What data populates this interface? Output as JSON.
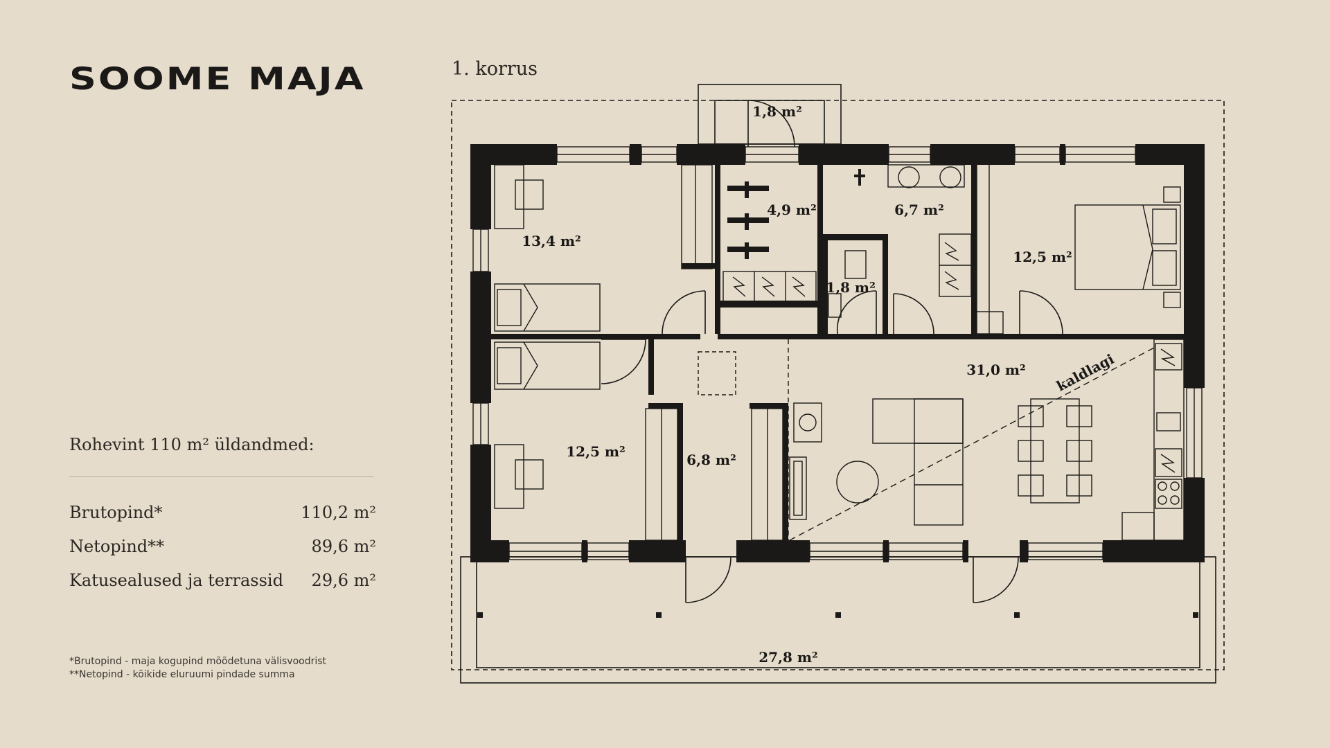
{
  "brand": {
    "logo_text": "SOOME MAJA"
  },
  "plan": {
    "floor_label": "1. korrus",
    "slope_label": "kaldlagi",
    "rooms": {
      "entry_porch": "1,8 m²",
      "bedroom_top_left": "13,4 m²",
      "wardrobe": "4,9 m²",
      "bathroom": "6,7 m²",
      "wc": "1,8 m²",
      "bedroom_top_right": "12,5 m²",
      "living_kitchen": "31,0 m²",
      "bedroom_bottom_left": "12,5 m²",
      "hall": "6,8 m²",
      "terrace": "27,8 m²"
    }
  },
  "summary": {
    "title": "Rohevint 110 m² üldandmed:",
    "rows": [
      {
        "label": "Brutopind*",
        "value": "110,2 m²"
      },
      {
        "label": "Netopind**",
        "value": "89,6 m²"
      },
      {
        "label": "Katusealused ja terrassid",
        "value": "29,6 m²"
      }
    ]
  },
  "notes": [
    "*Brutopind - maja kogupind mõõdetuna välisvoodrist",
    "**Netopind - kõikide eluruumi pindade summa"
  ],
  "colors": {
    "background": "#e6dccb",
    "ink": "#1a1917",
    "rule": "#b9ad9a"
  }
}
